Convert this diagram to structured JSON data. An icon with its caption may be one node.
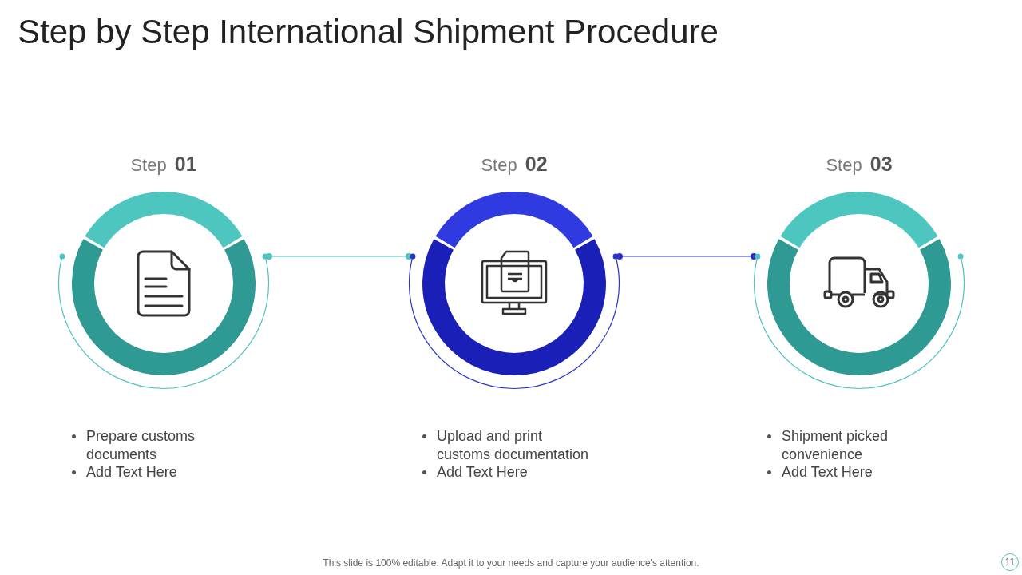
{
  "diagram": {
    "title": "Step by Step International Shipment Procedure",
    "nodes": [
      {
        "text": [
          "Step **01**"
        ],
        "beside": [
          "Prepare customs documents",
          "Add Text Here"
        ]
      },
      {
        "text": [
          "Step **02**"
        ],
        "beside": [
          "Upload and print customs documentation",
          "Add Text Here"
        ]
      },
      {
        "text": [
          "Step **03**"
        ],
        "beside": [
          "Shipment picked convenience",
          "Add Text Here"
        ]
      }
    ],
    "edges": [
      {
        "from": 0,
        "to": 1,
        "arrow": "other",
        "color": "#4fc3bf"
      },
      {
        "from": 1,
        "to": 2,
        "arrow": "other",
        "color": "#2a34c8"
      }
    ],
    "labels": [
      "This slide is 100% editable. Adapt it to your needs and capture your audience's attention.",
      "11"
    ]
  }
}
